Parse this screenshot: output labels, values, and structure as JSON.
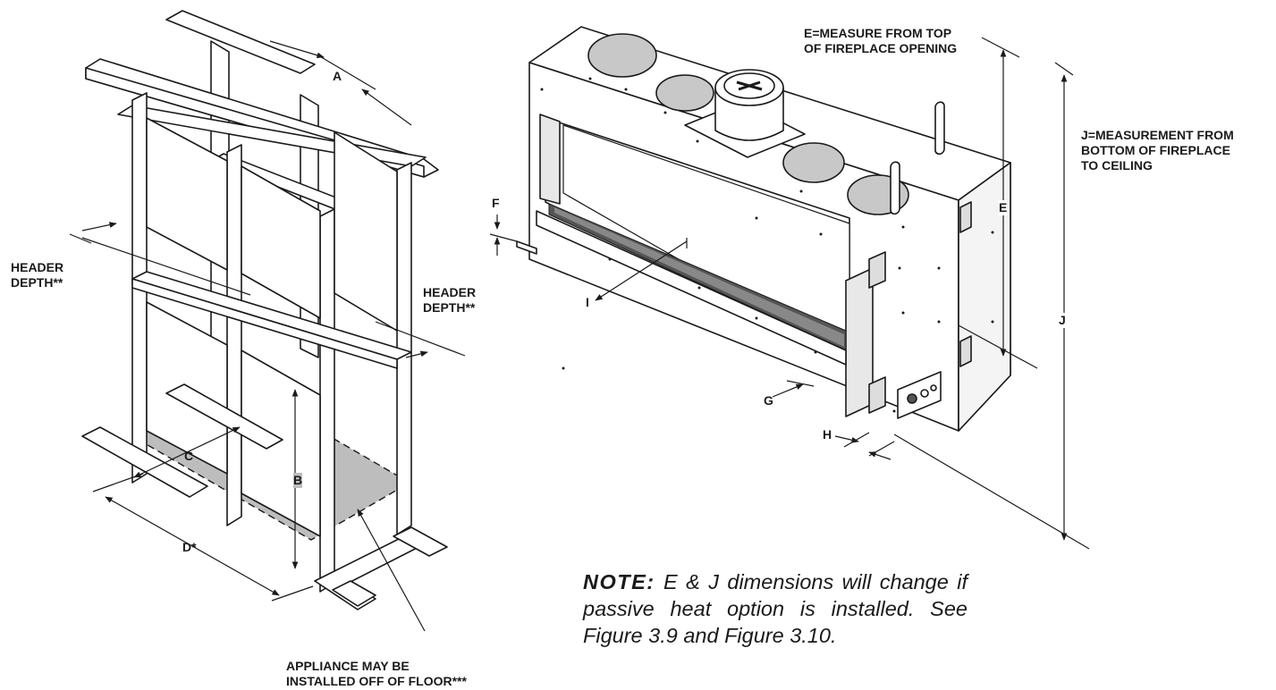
{
  "labels": {
    "a": "A",
    "b": "B",
    "c": "C",
    "d": "D*",
    "e": "E",
    "f": "F",
    "g": "G",
    "h": "H",
    "i": "I",
    "j": "J",
    "header_depth_left": "HEADER\nDEPTH**",
    "header_depth_right": "HEADER\nDEPTH**",
    "e_note": "E=MEASURE FROM TOP\nOF FIREPLACE OPENING",
    "j_note": "J=MEASUREMENT FROM\nBOTTOM OF FIREPLACE\nTO CEILING",
    "appliance_note": "APPLIANCE MAY BE\nINSTALLED OFF OF FLOOR***"
  },
  "note": {
    "heading": "NOTE:",
    "body": "E & J dimensions will change if passive heat option is installed.  See Figure 3.9 and Figure 3.10."
  },
  "colors": {
    "line": "#1a1a1a",
    "fill_gray": "#c8c8c8",
    "floor_area": "#bdbdbd"
  }
}
